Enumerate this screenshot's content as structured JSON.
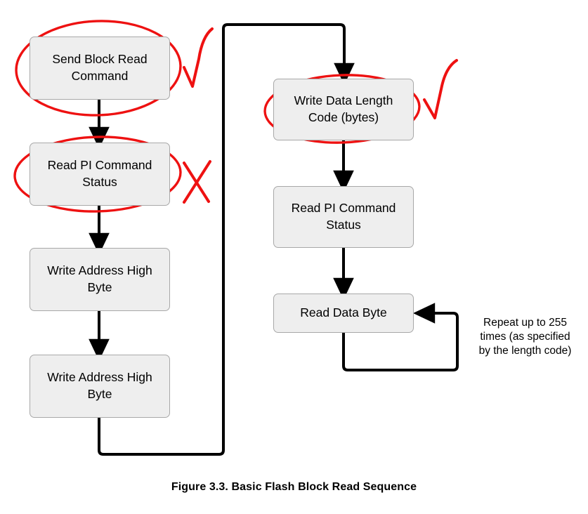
{
  "figure": {
    "caption": "Figure 3.3.  Basic Flash Block Read Sequence",
    "accent_red": "#ee1111",
    "box_fill": "#eeeeee",
    "box_border": "#a8a8a8",
    "connector_color": "#000000"
  },
  "nodes": {
    "left": [
      {
        "id": "send-block-read-command",
        "label": "Send Block Read Command",
        "annotation": "check"
      },
      {
        "id": "read-pi-command-status-left",
        "label": "Read PI Command Status",
        "annotation": "cross"
      },
      {
        "id": "write-address-high-byte-1",
        "label": "Write Address High Byte",
        "annotation": "none"
      },
      {
        "id": "write-address-high-byte-2",
        "label": "Write Address High Byte",
        "annotation": "none"
      }
    ],
    "right": [
      {
        "id": "write-data-length-code",
        "label": "Write Data Length Code (bytes)",
        "annotation": "check"
      },
      {
        "id": "read-pi-command-status-right",
        "label": "Read PI Command Status",
        "annotation": "none"
      },
      {
        "id": "read-data-byte",
        "label": "Read Data Byte",
        "annotation": "none"
      }
    ]
  },
  "annotations": {
    "repeat_note": "Repeat up to 255 times (as specified by the length code)",
    "repeat_note_lines": [
      "Repeat up to 255",
      "times (as specified",
      "by the length code)"
    ],
    "marks": [
      {
        "name": "check-mark-send-block-read",
        "kind": "check"
      },
      {
        "name": "cross-mark-read-pi-status",
        "kind": "cross"
      },
      {
        "name": "check-mark-write-data-length",
        "kind": "check"
      }
    ],
    "ellipses": [
      {
        "name": "ellipse-send-block-read"
      },
      {
        "name": "ellipse-read-pi-status"
      },
      {
        "name": "ellipse-write-data-length"
      }
    ]
  }
}
